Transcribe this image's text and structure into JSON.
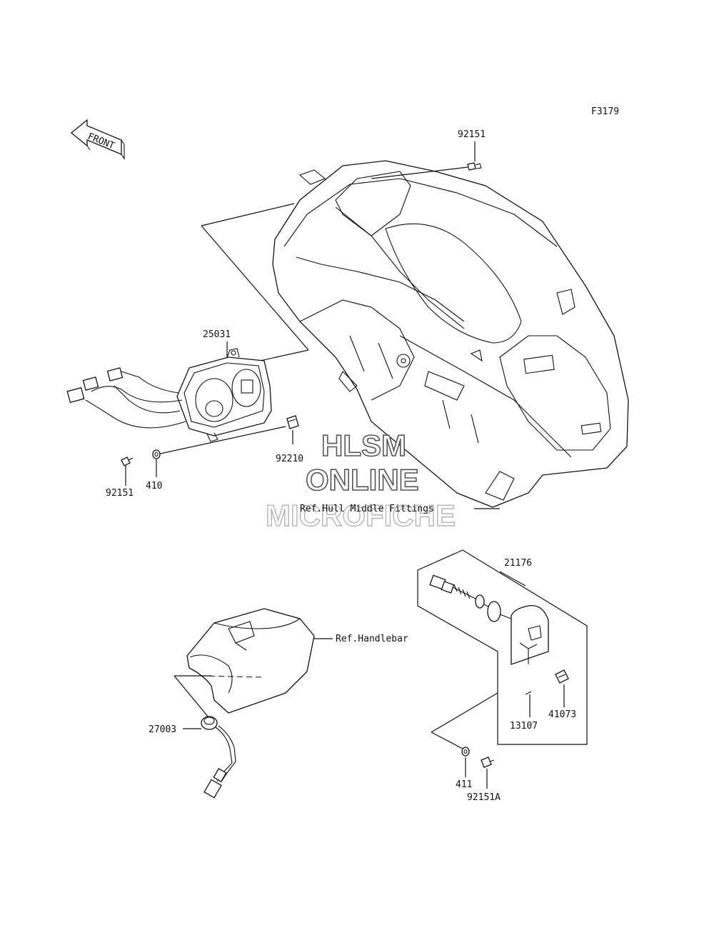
{
  "figure_code": "F3179",
  "front_arrow": {
    "label": "FRONT",
    "icon": "front-arrow-icon"
  },
  "watermark": {
    "line1": "HLSM",
    "line2": "ONLINE",
    "line3": "MICROFICHE"
  },
  "references": {
    "hull": "Ref.Hull Middle Fittings",
    "handlebar": "Ref.Handlebar"
  },
  "parts": {
    "p92151_top": "92151",
    "p25031": "25031",
    "p92210": "92210",
    "p92151_left": "92151",
    "p410": "410",
    "p21176": "21176",
    "p41073": "41073",
    "p13107": "13107",
    "p411": "411",
    "p92151A": "92151A",
    "p27003": "27003"
  }
}
